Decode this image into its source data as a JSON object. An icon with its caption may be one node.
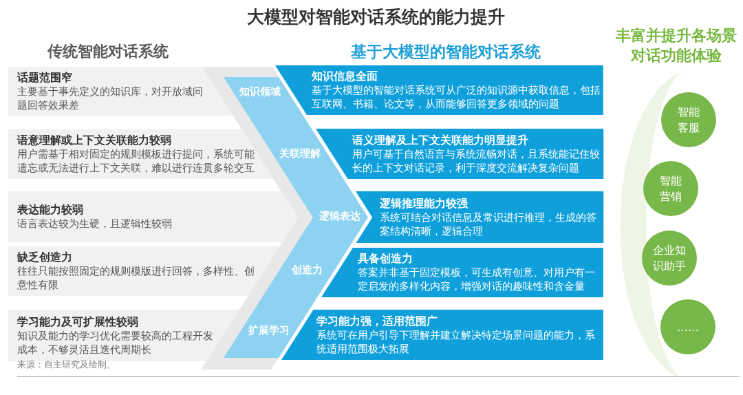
{
  "diagram": {
    "title": "大模型对智能对话系统的能力提升",
    "nodes": [
      {
        "text": [
          "话题范围窄",
          "主要基于事先定义的知识库，对开放域问题回答效果差"
        ]
      },
      {
        "text": [
          "语意理解或上下文关联能力较弱",
          "用户需基于相对固定的规则模板进行提问，系统可能遗忘或无法进行上下文关联，难以进行连贯多轮交互"
        ]
      },
      {
        "text": [
          "表达能力较弱",
          "语言表达较为生硬，且逻辑性较弱"
        ]
      },
      {
        "text": [
          "缺乏创造力",
          "往往只能按照固定的规则模版进行回答，多样性、创意性有限"
        ]
      },
      {
        "text": [
          "学习能力及可扩展性较弱",
          "知识及能力的学习优化需要较高的工程开发成本，不够灵活且迭代周期长"
        ]
      },
      {
        "text": [
          "知识领域",
          "关联理解",
          "逻辑表达",
          "创造力",
          "扩展学习"
        ]
      },
      {
        "text": [
          "知识信息全面",
          "基于大模型的智能对话系统可从广泛的知识源中获取信息，包括互联网、书籍、论文等，从而能够回答更多领域的问题"
        ]
      },
      {
        "text": [
          "语义理解及上下文关联能力明显提升",
          "用户可基于自然语言与系统流畅对话，且系统能记住较长的上下文对话记录，利于深度交流解决复杂问题"
        ]
      },
      {
        "text": [
          "逻辑推理能力较强",
          "系统可结合对话信息及常识进行推理，生成的答案结构清晰，逻辑合理"
        ]
      },
      {
        "text": [
          "具备创造力",
          "答案并非基于固定模板，可生成有创意、对用户有一定启发的多样化内容，增强对话的趣味性和含金量"
        ]
      },
      {
        "text": [
          "学习能力强，适用范围广",
          "系统可在用户引导下理解并建立解决特定场景问题的能力，系统适用范围极大拓展"
        ]
      },
      {
        "text": [
          "智能客服"
        ]
      },
      {
        "text": [
          "智能营销"
        ]
      },
      {
        "text": [
          "企业知识助手"
        ]
      },
      {
        "text": [
          "……"
        ]
      }
    ],
    "labels": [
      "传统智能对话系统",
      "基于大模型的智能对话系统",
      "丰富并提升各场景对话功能体验",
      "来源：自主研究及绘制。"
    ]
  }
}
